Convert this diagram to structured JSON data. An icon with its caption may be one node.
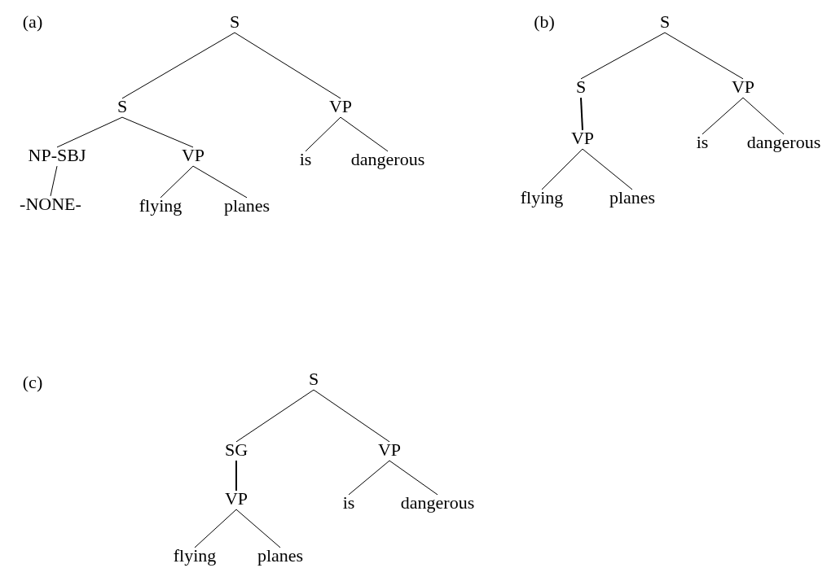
{
  "diagram": {
    "nodes": [
      {
        "text": [
          "S"
        ]
      },
      {
        "text": [
          "S"
        ]
      },
      {
        "text": [
          "VP"
        ]
      },
      {
        "text": [
          "NP-SBJ"
        ]
      },
      {
        "text": [
          "VP"
        ]
      },
      {
        "text": [
          "is"
        ]
      },
      {
        "text": [
          "dangerous"
        ]
      },
      {
        "text": [
          "-NONE-"
        ]
      },
      {
        "text": [
          "flying"
        ]
      },
      {
        "text": [
          "planes"
        ]
      },
      {
        "text": [
          "S"
        ]
      },
      {
        "text": [
          "S"
        ]
      },
      {
        "text": [
          "VP"
        ]
      },
      {
        "text": [
          "VP"
        ]
      },
      {
        "text": [
          "is"
        ]
      },
      {
        "text": [
          "dangerous"
        ]
      },
      {
        "text": [
          "flying"
        ]
      },
      {
        "text": [
          "planes"
        ]
      },
      {
        "text": [
          "S"
        ]
      },
      {
        "text": [
          "SG"
        ]
      },
      {
        "text": [
          "VP"
        ]
      },
      {
        "text": [
          "VP"
        ]
      },
      {
        "text": [
          "is"
        ]
      },
      {
        "text": [
          "dangerous"
        ]
      },
      {
        "text": [
          "flying"
        ]
      },
      {
        "text": [
          "planes"
        ]
      }
    ],
    "edges": [
      {
        "from": 0,
        "to": 1,
        "arrow": "none"
      },
      {
        "from": 0,
        "to": 2,
        "arrow": "none"
      },
      {
        "from": 1,
        "to": 3,
        "arrow": "none"
      },
      {
        "from": 1,
        "to": 4,
        "arrow": "none"
      },
      {
        "from": 2,
        "to": 5,
        "arrow": "none"
      },
      {
        "from": 2,
        "to": 6,
        "arrow": "none"
      },
      {
        "from": 3,
        "to": 7,
        "arrow": "none"
      },
      {
        "from": 4,
        "to": 8,
        "arrow": "none"
      },
      {
        "from": 4,
        "to": 9,
        "arrow": "none"
      },
      {
        "from": 10,
        "to": 11,
        "arrow": "none"
      },
      {
        "from": 10,
        "to": 12,
        "arrow": "none"
      },
      {
        "from": 11,
        "to": 13,
        "arrow": "none"
      },
      {
        "from": 12,
        "to": 14,
        "arrow": "none"
      },
      {
        "from": 12,
        "to": 15,
        "arrow": "none"
      },
      {
        "from": 13,
        "to": 16,
        "arrow": "none"
      },
      {
        "from": 13,
        "to": 17,
        "arrow": "none"
      },
      {
        "from": 18,
        "to": 19,
        "arrow": "none"
      },
      {
        "from": 18,
        "to": 20,
        "arrow": "none"
      },
      {
        "from": 19,
        "to": 21,
        "arrow": "none"
      },
      {
        "from": 20,
        "to": 22,
        "arrow": "none"
      },
      {
        "from": 20,
        "to": 23,
        "arrow": "none"
      },
      {
        "from": 21,
        "to": 24,
        "arrow": "none"
      },
      {
        "from": 21,
        "to": 25,
        "arrow": "none"
      }
    ],
    "labels": [
      "(a)",
      "(b)",
      "(c)"
    ]
  }
}
